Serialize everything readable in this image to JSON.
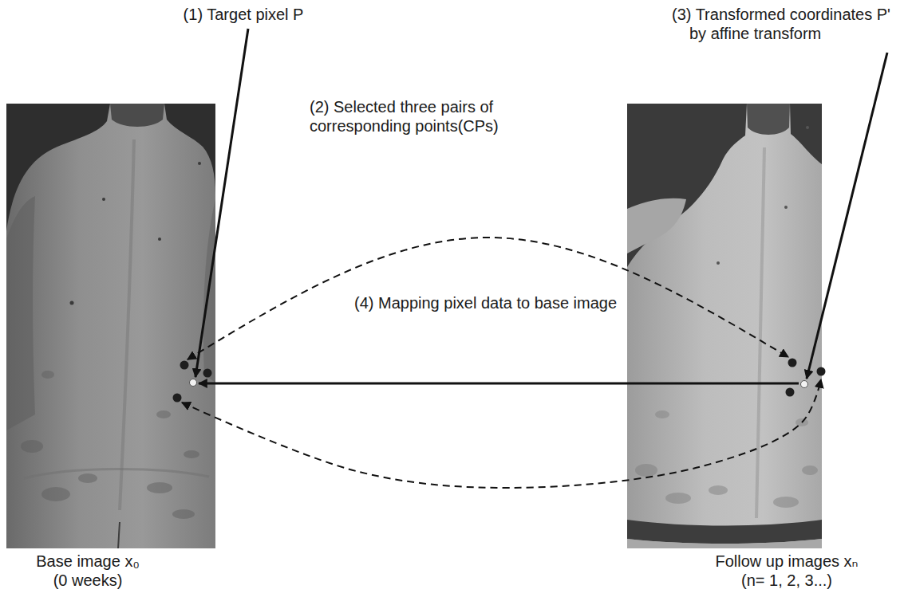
{
  "diagram": {
    "nodes": [
      {
        "text": [
          "Base image x₀ (0 weeks)"
        ]
      },
      {
        "text": [
          "Follow up images xₙ (n= 1, 2, 3...)"
        ]
      }
    ],
    "edges": [
      {
        "from": 0,
        "to": 1,
        "arrow": "both"
      },
      {
        "from": 0,
        "to": 1,
        "arrow": "both"
      },
      {
        "from": 1,
        "to": 0,
        "arrow": "to",
        "label": "(4) Mapping pixel data to base image"
      }
    ],
    "labels": [
      "(1) Target pixel P",
      "(3) Transformed coordinates P' by affine transform",
      "(2) Selected three pairs of corresponding points(CPs)"
    ]
  }
}
